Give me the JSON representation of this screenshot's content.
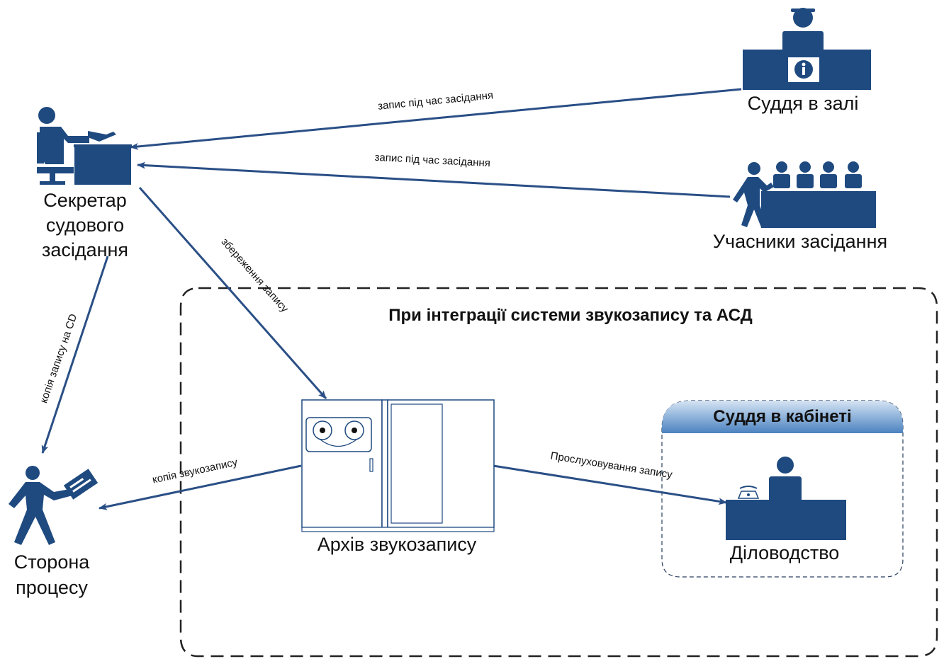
{
  "colors": {
    "primary": "#1f4a80",
    "edge": "#2a4f86",
    "text": "#111111",
    "cabinet_header_top": "#cfe0f2",
    "cabinet_header_bottom": "#4d86c3",
    "frame": "#222222"
  },
  "nodes": {
    "secretary": {
      "label_lines": [
        "Секретар",
        "судового",
        "засідання"
      ],
      "icon": "person-at-desk-icon"
    },
    "judge_hall": {
      "label": "Суддя в залі",
      "icon": "judge-at-bench-icon"
    },
    "participants": {
      "label": "Учасники засідання",
      "icon": "participants-table-icon"
    },
    "party": {
      "label_lines": [
        "Сторона",
        "процесу"
      ],
      "icon": "walking-person-with-document-icon"
    },
    "archive": {
      "label": "Архів звукозапису",
      "icon": "tape-archive-server-icon"
    },
    "office": {
      "label": "Діловодство",
      "icon": "person-with-phone-at-desk-icon"
    }
  },
  "group": {
    "title": "При інтеграції системи звукозапису та АСД"
  },
  "cabinet": {
    "title": "Суддя в кабінеті"
  },
  "edges": {
    "judge_to_secretary": "запис під час засідання",
    "participants_to_secretary": "запис під час засідання",
    "secretary_to_archive": "збереження запису",
    "secretary_to_party": "копія запису на CD",
    "archive_to_party": "копія звукозапису",
    "archive_to_office": "Прослуховування запису"
  }
}
